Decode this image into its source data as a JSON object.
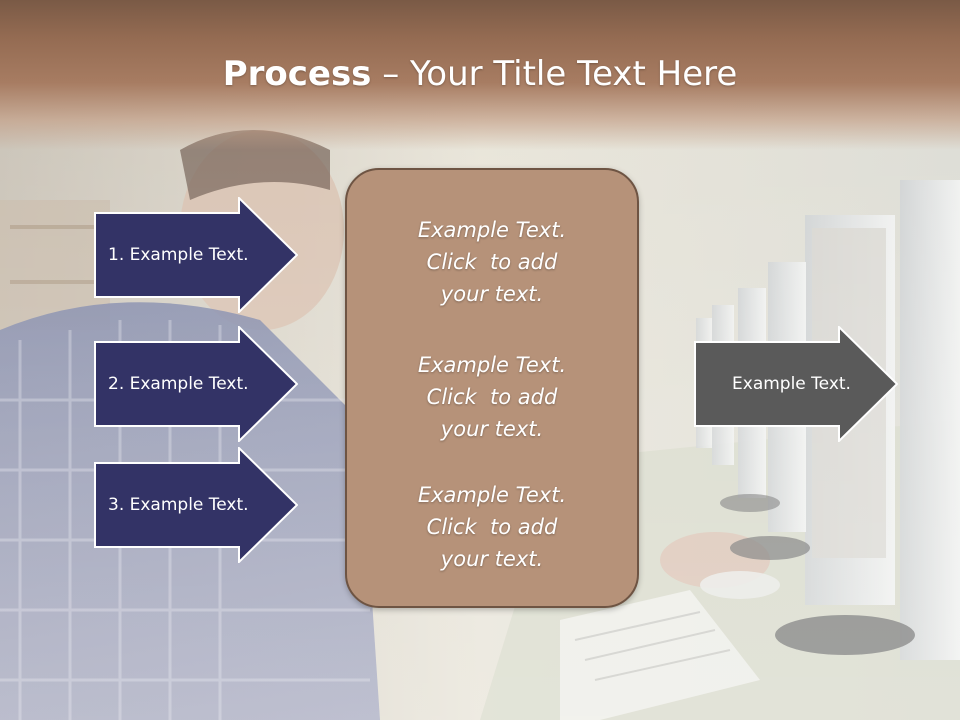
{
  "slide": {
    "title_bold": "Process",
    "title_rest": " – Your Title Text Here"
  },
  "left_arrows": [
    {
      "label": "1. Example Text."
    },
    {
      "label": "2. Example Text."
    },
    {
      "label": "3. Example Text."
    }
  ],
  "center_box": {
    "blocks": [
      {
        "line1": "Example Text.",
        "line2": "Click  to add",
        "line3": "your text."
      },
      {
        "line1": "Example Text.",
        "line2": "Click  to add",
        "line3": "your text."
      },
      {
        "line1": "Example Text.",
        "line2": "Click  to add",
        "line3": "your text."
      }
    ]
  },
  "right_arrow": {
    "label": "Example Text."
  },
  "colors": {
    "left_arrow_fill": "#333366",
    "right_arrow_fill": "#5a5a5a",
    "center_box_fill": "#b69279",
    "title_band": "#946b52"
  }
}
